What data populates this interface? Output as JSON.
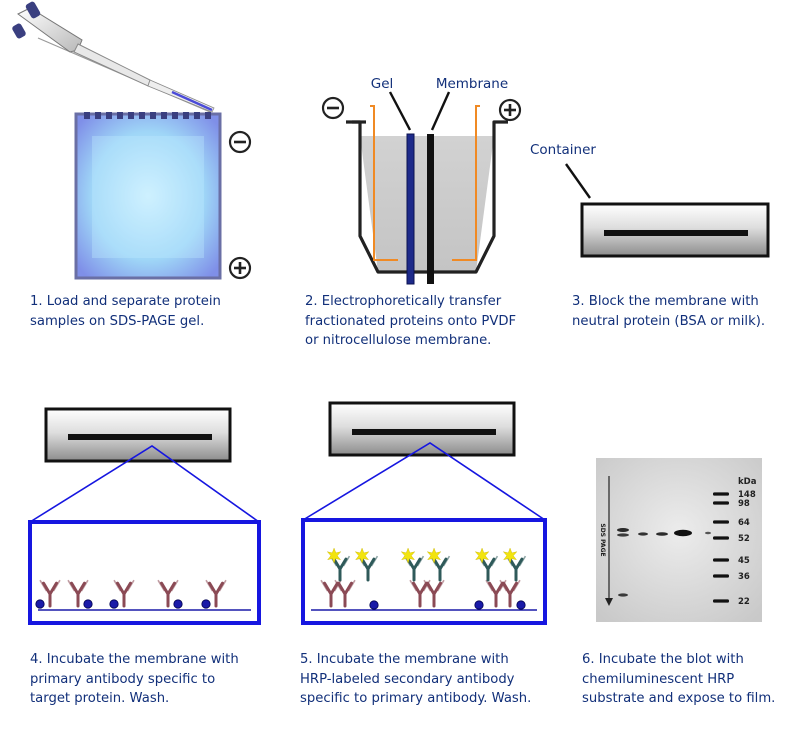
{
  "colors": {
    "caption": "#12307a",
    "zoom_frame": "#1616e0",
    "gel_edge": "#6a6fa5",
    "wire": "#f08a24",
    "antibody_primary": "#8b4a55",
    "antibody_secondary": "#2f5a5a",
    "hrp": "#f2e40e",
    "bead": "#1a1aa8"
  },
  "icons": {
    "pipette": "pipette-icon",
    "negative": "minus-circle-icon",
    "positive": "plus-circle-icon",
    "hrp": "starburst-icon"
  },
  "panel2": {
    "gel_label": "Gel",
    "membrane_label": "Membrane"
  },
  "panel3": {
    "container_label": "Container"
  },
  "blot": {
    "unit": "kDa",
    "axis_label": "SDS PAGE",
    "markers": [
      "148",
      "98",
      "64",
      "52",
      "45",
      "36",
      "22"
    ]
  },
  "steps": [
    "1. Load and separate protein\nsamples on SDS-PAGE gel.",
    "2. Electrophoretically transfer\nfractionated proteins onto PVDF\nor nitrocellulose membrane.",
    "3. Block the membrane with\nneutral protein (BSA or milk).",
    "4. Incubate the membrane with\nprimary antibody specific to\ntarget protein. Wash.",
    "5. Incubate the membrane with\nHRP-labeled secondary antibody\nspecific to primary antibody. Wash.",
    "6. Incubate the blot with\nchemiluminescent HRP\nsubstrate and expose to film."
  ]
}
